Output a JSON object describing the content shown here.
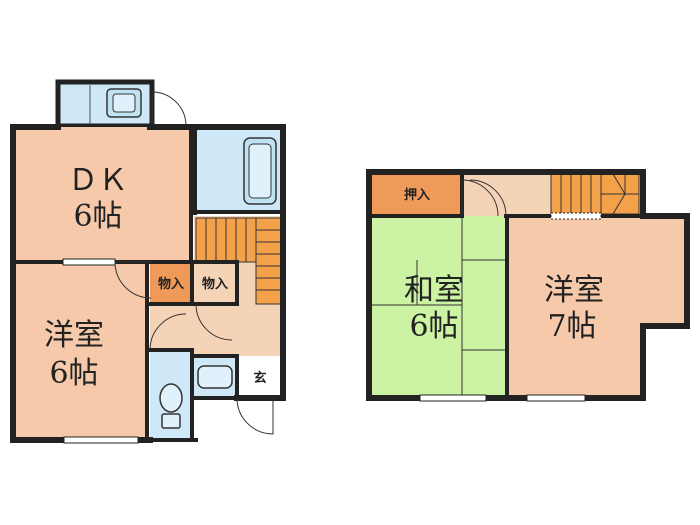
{
  "floor1": {
    "dk_name": "ＤＫ",
    "dk_size": "6帖",
    "western_name": "洋室",
    "western_size": "6帖",
    "closet_left": "物入",
    "closet_right": "物入",
    "entrance": "玄"
  },
  "floor2": {
    "oshiire": "押入",
    "japanese_name": "和室",
    "japanese_size": "6帖",
    "western_name": "洋室",
    "western_size": "7帖"
  },
  "colors": {
    "room_beige": "#f5c9a9",
    "wet_blue": "#cfe8f7",
    "tatami_green": "#ccf2a3",
    "closet_orange": "#f09a5a",
    "stair_orange": "#f4a24a",
    "hall_beige": "#f5d3b6",
    "wall": "#222222"
  }
}
